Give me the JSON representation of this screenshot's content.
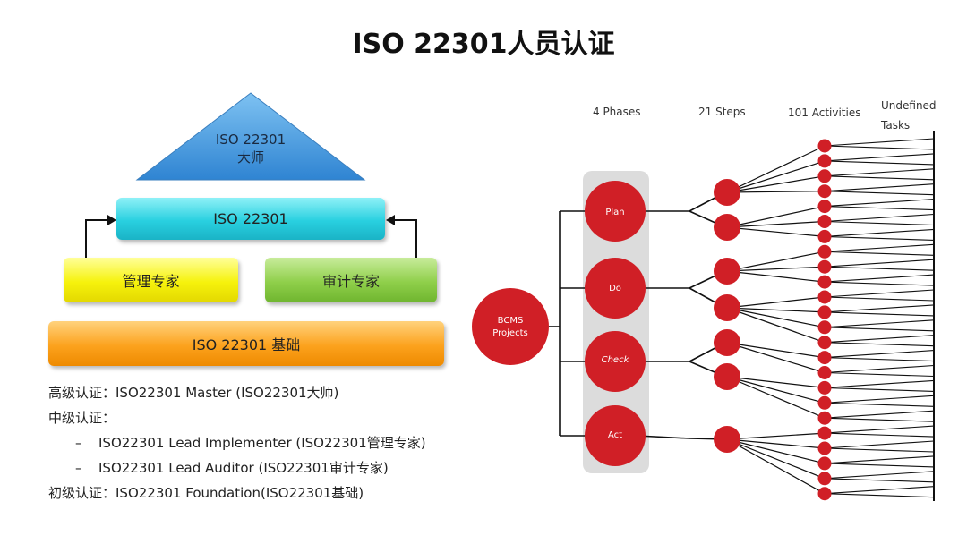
{
  "title": "ISO 22301人员认证",
  "pyramid": {
    "apex_line1": "ISO 22301",
    "apex_line2": "大师",
    "middle": "ISO 22301",
    "left": "管理专家",
    "right": "审计专家",
    "base": "ISO 22301  基础",
    "colors": {
      "apex": "#3a8fd9",
      "middle": "#29d0e0",
      "left": "#f6f20c",
      "right": "#8fcf4a",
      "base": "#fca21d"
    }
  },
  "levels": {
    "advanced": "高级认证：ISO22301 Master (ISO22301大师)",
    "intermediate": "中级认证：",
    "dash": "–",
    "implementer": "ISO22301 Lead Implementer (ISO22301管理专家)",
    "auditor": "ISO22301 Lead Auditor (ISO22301审计专家)",
    "foundation": "初级认证：ISO22301 Foundation(ISO22301基础)"
  },
  "phases_diagram": {
    "columns": [
      "4 Phases",
      "21 Steps",
      "101  Activities",
      "Undefined",
      "Tasks"
    ],
    "root": [
      "BCMS",
      "Projects"
    ],
    "phases": [
      "Plan",
      "Do",
      "Check",
      "Act"
    ],
    "node_color": "#d01f26"
  }
}
